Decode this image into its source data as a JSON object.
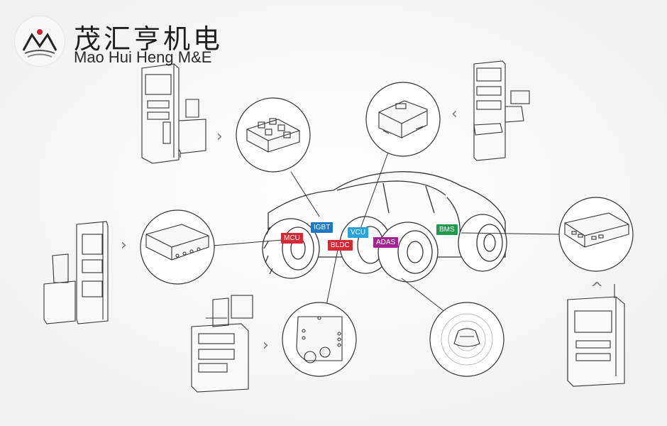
{
  "brand": {
    "name_cn": "茂汇亨机电",
    "name_en": "Mao Hui Heng M&E",
    "mark_color": "#c8232c"
  },
  "labels": {
    "mcu": "MCU",
    "igbt": "IGBT",
    "bldc": "BLDC",
    "vcu": "VCU",
    "adas": "ADAS",
    "bms": "BMS"
  },
  "label_colors": {
    "mcu": "#d42a35",
    "igbt": "#1f78c1",
    "bldc": "#d42a35",
    "vcu": "#2aa3d8",
    "adas": "#a32390",
    "bms": "#1e9a4c"
  },
  "arrows": {
    "right": "›",
    "left": "‹",
    "up": "^"
  },
  "line_color": "#333333"
}
